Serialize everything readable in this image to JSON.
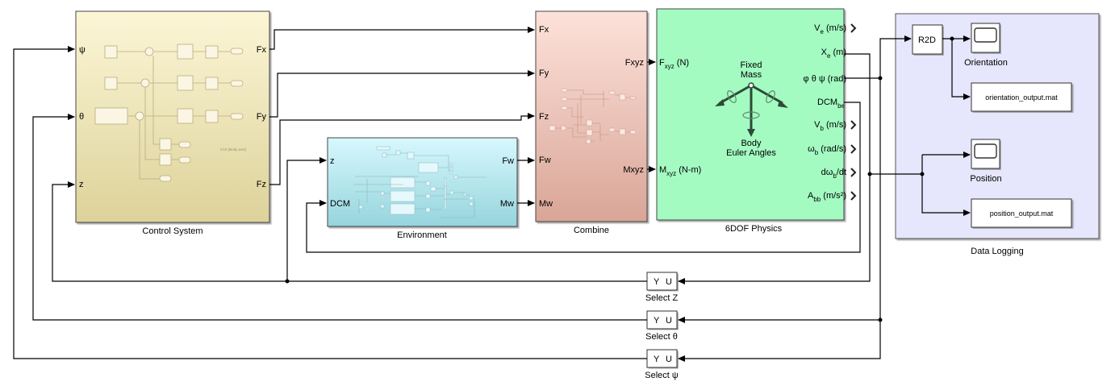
{
  "blocks": {
    "control_system": {
      "name": "Control System",
      "inputs": [
        "ψ",
        "θ",
        "z"
      ],
      "outputs": [
        "Fx",
        "Fy",
        "Fz"
      ],
      "annotation": "XYZ (Body axis)",
      "color": "#f7f0c8"
    },
    "environment": {
      "name": "Environment",
      "inputs": [
        "z",
        "DCM"
      ],
      "outputs": [
        "Fw",
        "Mw"
      ],
      "color": "#bfeef5"
    },
    "combine": {
      "name": "Combine",
      "inputs": [
        "Fx",
        "Fy",
        "Fz",
        "Fw",
        "Mw"
      ],
      "outputs": [
        "Fxyz",
        "Mxyz"
      ],
      "color": "#fbd9d0"
    },
    "sixdof": {
      "name": "6DOF Physics",
      "inputs": [
        {
          "main": "F",
          "sub": "xyz",
          "rest": " (N)"
        },
        {
          "main": "M",
          "sub": "xyz",
          "rest": " (N-m)"
        }
      ],
      "outputs": [
        {
          "main": "V",
          "sub": "e",
          "rest": " (m/s)"
        },
        {
          "main": "X",
          "sub": "e",
          "rest": " (m)"
        },
        {
          "main": "φ θ ψ (rad)",
          "sub": "",
          "rest": ""
        },
        {
          "main": "DCM",
          "sub": "be",
          "rest": ""
        },
        {
          "main": "V",
          "sub": "b",
          "rest": " (m/s)"
        },
        {
          "main": "ω",
          "sub": "b",
          "rest": " (rad/s)"
        },
        {
          "main": "dω",
          "sub": "b",
          "rest": "/dt"
        },
        {
          "main": "A",
          "sub": "bb",
          "rest": " (m/s²)"
        }
      ],
      "icon_top": [
        "Fixed",
        "Mass"
      ],
      "icon_bottom": [
        "Body",
        "Euler Angles"
      ],
      "color": "#a3fbc2"
    },
    "data_logging": {
      "name": "Data Logging",
      "r2d": "R2D",
      "scope_orientation": "Orientation",
      "scope_position": "Position",
      "file_orientation": "orientation_output.mat",
      "file_position": "position_output.mat",
      "color": "#e6e6ff"
    },
    "selectors": [
      {
        "name": "Select Z",
        "y_label": "Y",
        "u_label": "U"
      },
      {
        "name": "Select θ",
        "y_label": "Y",
        "u_label": "U"
      },
      {
        "name": "Select ψ",
        "y_label": "Y",
        "u_label": "U"
      }
    ]
  }
}
